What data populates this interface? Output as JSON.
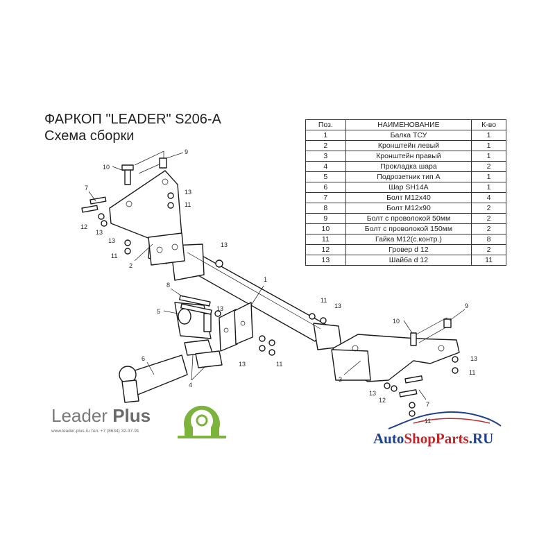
{
  "title": {
    "line1": "ФАРКОП \"LEADER\" S206-A",
    "line2": "Схема сборки"
  },
  "table": {
    "headers": [
      "Поз.",
      "НАИМЕНОВАНИЕ",
      "К-во"
    ],
    "rows": [
      [
        "1",
        "Балка ТСУ",
        "1"
      ],
      [
        "2",
        "Кронштейн левый",
        "1"
      ],
      [
        "3",
        "Кронштейн правый",
        "1"
      ],
      [
        "4",
        "Прокладка шара",
        "2"
      ],
      [
        "5",
        "Подрозетник тип А",
        "1"
      ],
      [
        "6",
        "Шар SH14A",
        "1"
      ],
      [
        "7",
        "Болт М12х40",
        "4"
      ],
      [
        "8",
        "Болт М12х90",
        "2"
      ],
      [
        "9",
        "Болт с проволокой 50мм",
        "2"
      ],
      [
        "10",
        "Болт с проволокой 150мм",
        "2"
      ],
      [
        "11",
        "Гайка М12(с.контр.)",
        "8"
      ],
      [
        "12",
        "Гровер d 12",
        "2"
      ],
      [
        "13",
        "Шайба d 12",
        "11"
      ]
    ]
  },
  "callouts": {
    "n1": "1",
    "n2": "2",
    "n3": "3",
    "n4": "4",
    "n5": "5",
    "n6": "6",
    "n7": "7",
    "n8": "8",
    "n9": "9",
    "n10": "10",
    "n11": "11",
    "n12": "12",
    "n13": "13"
  },
  "brand": {
    "name_light": "Leader ",
    "name_bold": "Plus",
    "contact": "www.leader-plus.ru     тел. +7 (8634) 32-37-91"
  },
  "watermark": {
    "part_a": "Auto",
    "part_b": "ShopParts",
    "part_c": ".RU"
  },
  "colors": {
    "line": "#1a1a1a",
    "logo_green": "#7bb33c",
    "watermark_blue": "#1f3f8f",
    "watermark_red": "#c0282b"
  }
}
